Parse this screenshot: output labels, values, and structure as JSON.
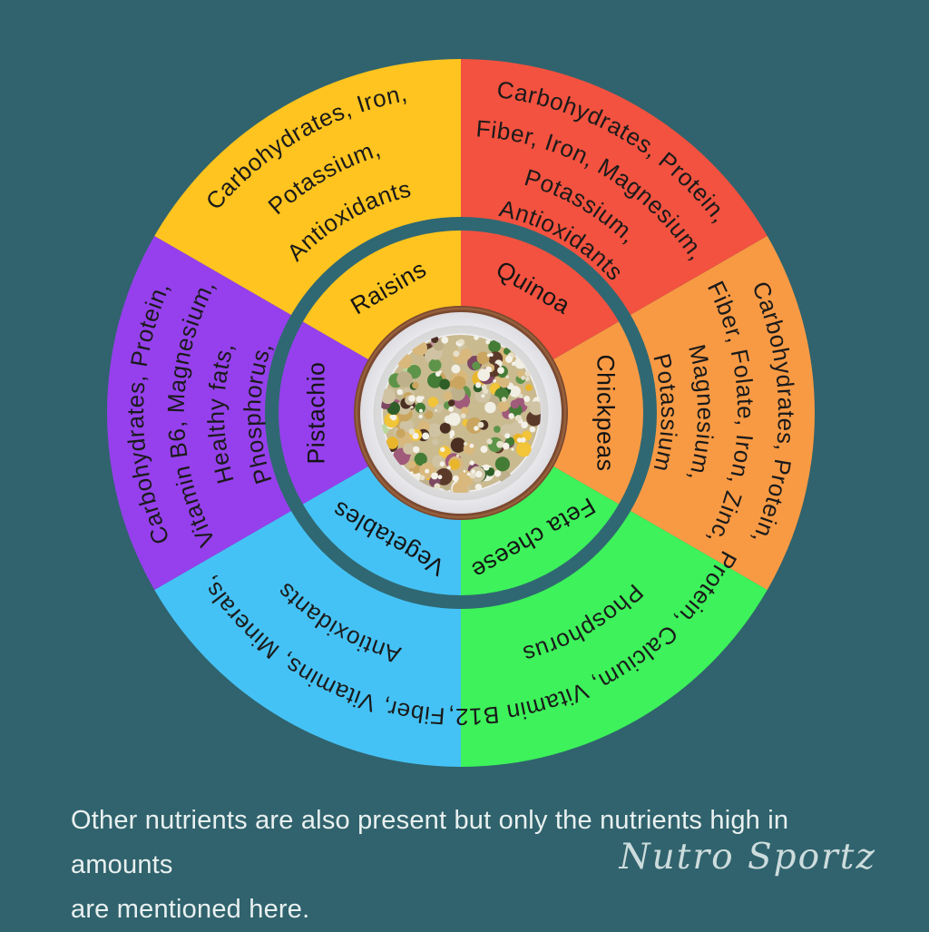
{
  "page": {
    "background_color": "#30636D",
    "separator_ring_color": "#2F6872",
    "text_color": "#1A1A1A"
  },
  "chart_data": {
    "type": "sunburst",
    "title": "",
    "description": "Nutrient wheel of a chickpea quinoa salad: inner ring lists ingredients, outer ring lists their main nutrients",
    "start_angle_deg": 0,
    "sweep_per_segment_deg": 60,
    "rings": {
      "outer_role": "nutrients",
      "inner_role": "ingredient names",
      "center_role": "photo of salad bowl"
    },
    "segments": [
      {
        "food": "Quinoa",
        "color": "#F2523F",
        "nutrients": [
          "Carbohydrates, Protein,",
          "Fiber, Iron, Magnesium,",
          "Potassium,",
          "Antioxidants"
        ]
      },
      {
        "food": "Chickpeas",
        "color": "#F89A44",
        "nutrients": [
          "Carbohydrates, Protein,",
          "Fiber, Folate, Iron, Zinc,",
          "Magnesium,",
          "Potassium"
        ]
      },
      {
        "food": "Feta cheese",
        "color": "#3DF25A",
        "nutrients": [
          "Protein, Calcium, Vitamin B12,",
          "Phosphorus"
        ]
      },
      {
        "food": "Vegetables",
        "color": "#45C2F5",
        "nutrients": [
          "Fiber, Vitamins, Minerals,",
          "Antioxidants"
        ]
      },
      {
        "food": "Pistachio",
        "color": "#9540EC",
        "nutrients": [
          "Carbohydrates, Protein,",
          "Vitamin B6, Magnesium,",
          "Healthy fats,",
          "Phosphorus,"
        ]
      },
      {
        "food": "Raisins",
        "color": "#FFC41F",
        "nutrients": [
          "Carbohydrates, Iron,",
          "Potassium,",
          "Antioxidants"
        ]
      }
    ],
    "center_image_alt": "bowl of chickpea quinoa salad with corn, feta, red onion, herbs and raisins"
  },
  "footer": {
    "line1": "Other nutrients are also present but only the nutrients high in amounts",
    "line2": "are mentioned here.",
    "watermark": "Nutro Sportz"
  }
}
